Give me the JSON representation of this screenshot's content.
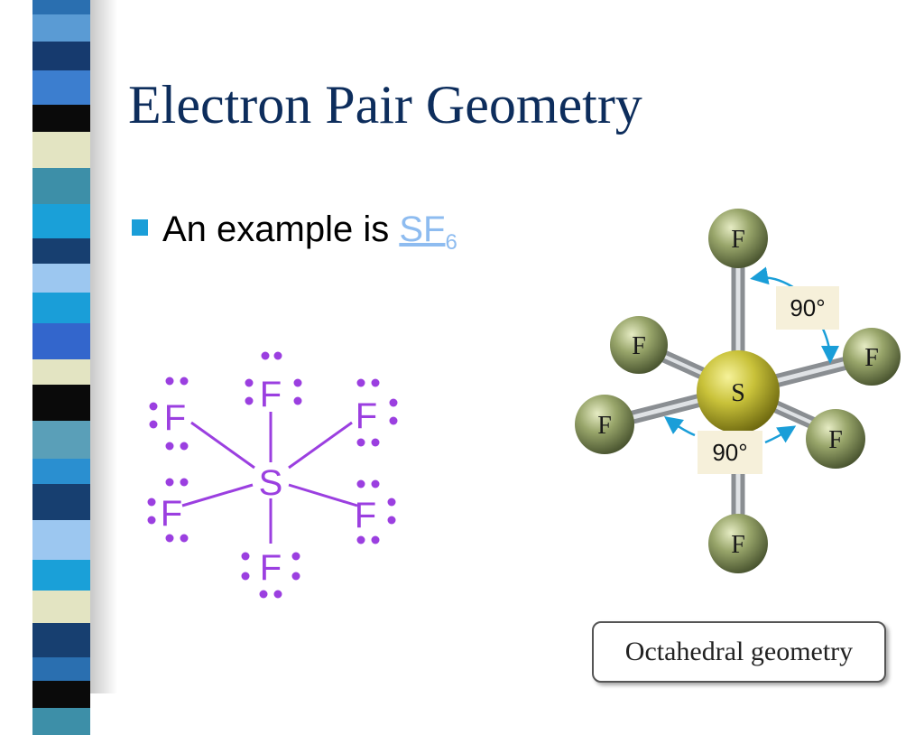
{
  "slide": {
    "title": "Electron Pair Geometry",
    "bullet": {
      "text": "An example is ",
      "link_main": "SF",
      "link_sub": "6"
    },
    "lewis_structure": {
      "central_atom": "S",
      "outer_atom": "F",
      "color": "#9b3fe0"
    },
    "model": {
      "central_atom": "S",
      "outer_atom": "F",
      "angle_label_top": "90°",
      "angle_label_bottom": "90°"
    },
    "caption": "Octahedral geometry"
  },
  "colors": {
    "title": "#0d2d5c",
    "bullet_marker": "#1a9ed8",
    "link": "#8ebcf0",
    "angle_arrow": "#1a9ed8"
  }
}
